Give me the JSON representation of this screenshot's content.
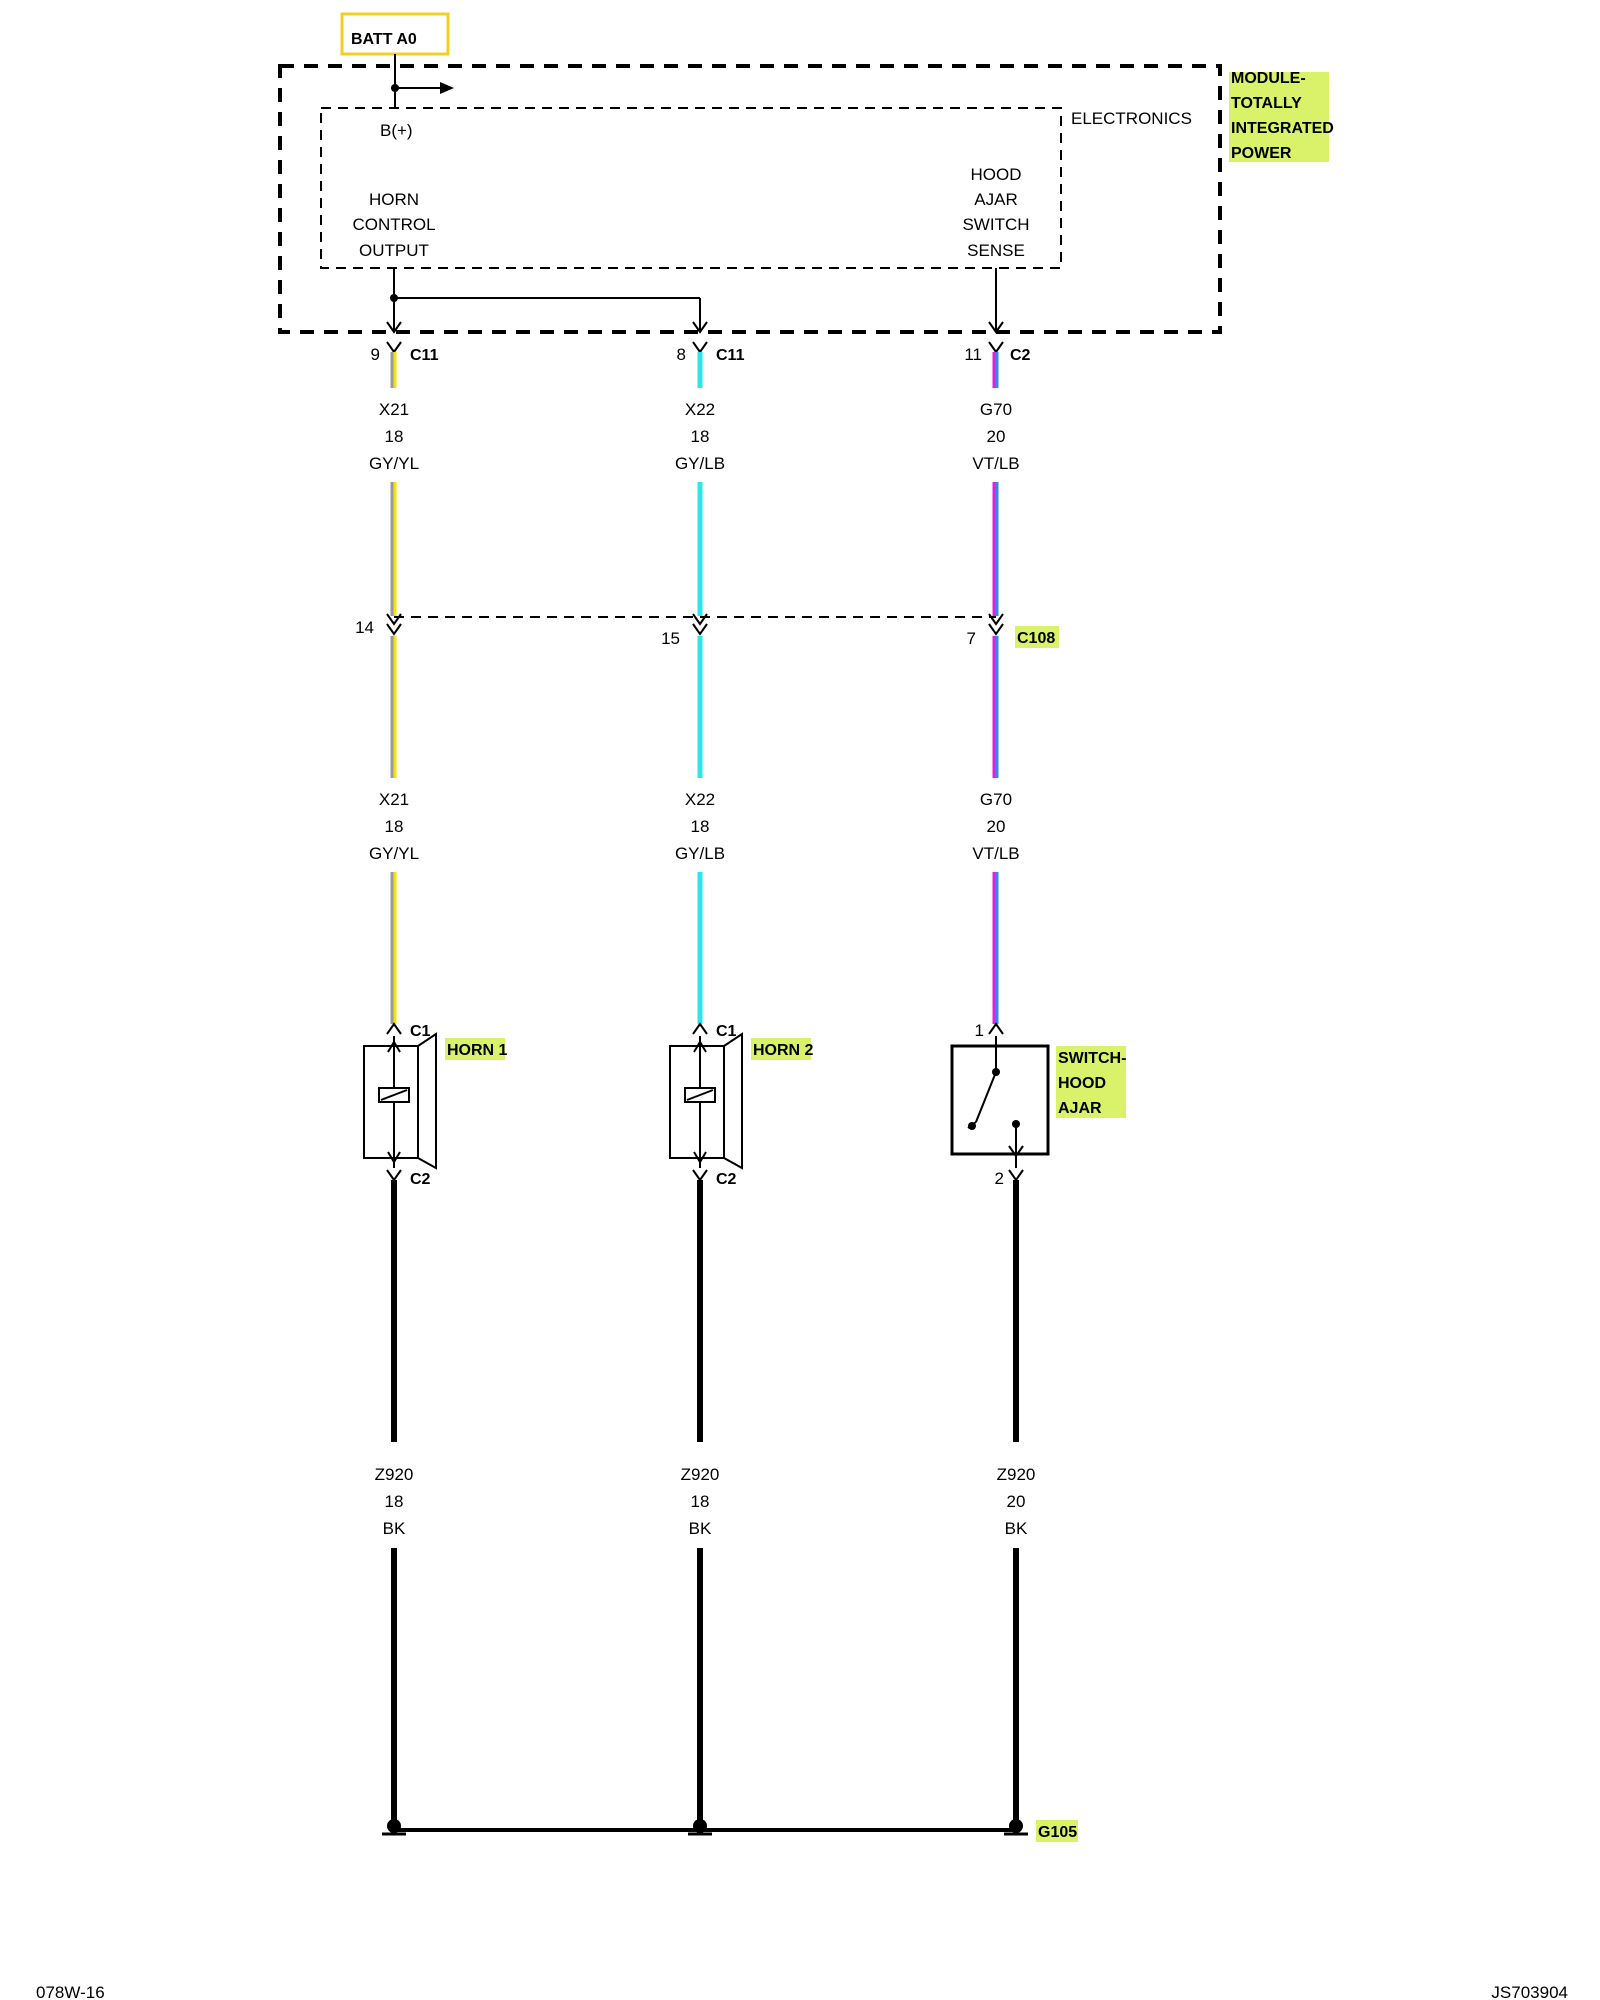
{
  "batt_label": "BATT A0",
  "module_name": [
    "MODULE-",
    "TOTALLY",
    "INTEGRATED",
    "POWER"
  ],
  "electronics_label": "ELECTRONICS",
  "bplus_label": "B(+)",
  "horn_output_label": [
    "HORN",
    "CONTROL",
    "OUTPUT"
  ],
  "hood_sense_label": [
    "HOOD",
    "AJAR",
    "SWITCH",
    "SENSE"
  ],
  "module_pins": [
    {
      "pin": "9",
      "connector": "C11"
    },
    {
      "pin": "8",
      "connector": "C11"
    },
    {
      "pin": "11",
      "connector": "C2"
    }
  ],
  "upper_wires": [
    {
      "circuit": "X21",
      "gauge": "18",
      "color_code": "GY/YL"
    },
    {
      "circuit": "X22",
      "gauge": "18",
      "color_code": "GY/LB"
    },
    {
      "circuit": "G70",
      "gauge": "20",
      "color_code": "VT/LB"
    }
  ],
  "inline_connector": {
    "name": "C108",
    "pins": [
      "14",
      "15",
      "7"
    ]
  },
  "lower_wires": [
    {
      "circuit": "X21",
      "gauge": "18",
      "color_code": "GY/YL"
    },
    {
      "circuit": "X22",
      "gauge": "18",
      "color_code": "GY/LB"
    },
    {
      "circuit": "G70",
      "gauge": "20",
      "color_code": "VT/LB"
    }
  ],
  "horn1": {
    "name": "HORN 1",
    "top_conn": "C1",
    "bottom_conn": "C2"
  },
  "horn2": {
    "name": "HORN 2",
    "top_conn": "C1",
    "bottom_conn": "C2"
  },
  "hood_switch": {
    "name": [
      "SWITCH-",
      "HOOD",
      "AJAR"
    ],
    "pin_top": "1",
    "pin_bottom": "2"
  },
  "ground_wires": [
    {
      "circuit": "Z920",
      "gauge": "18",
      "color_code": "BK"
    },
    {
      "circuit": "Z920",
      "gauge": "18",
      "color_code": "BK"
    },
    {
      "circuit": "Z920",
      "gauge": "20",
      "color_code": "BK"
    }
  ],
  "ground_label": "G105",
  "footer_left": "078W-16",
  "footer_right": "JS703904",
  "colors": {
    "gray": "#999999",
    "yellow": "#f2e600",
    "light_blue": "#2ee6e6",
    "violet": "#e020e0",
    "batt_box": "#f0d020",
    "highlight": "#d9f26a"
  }
}
